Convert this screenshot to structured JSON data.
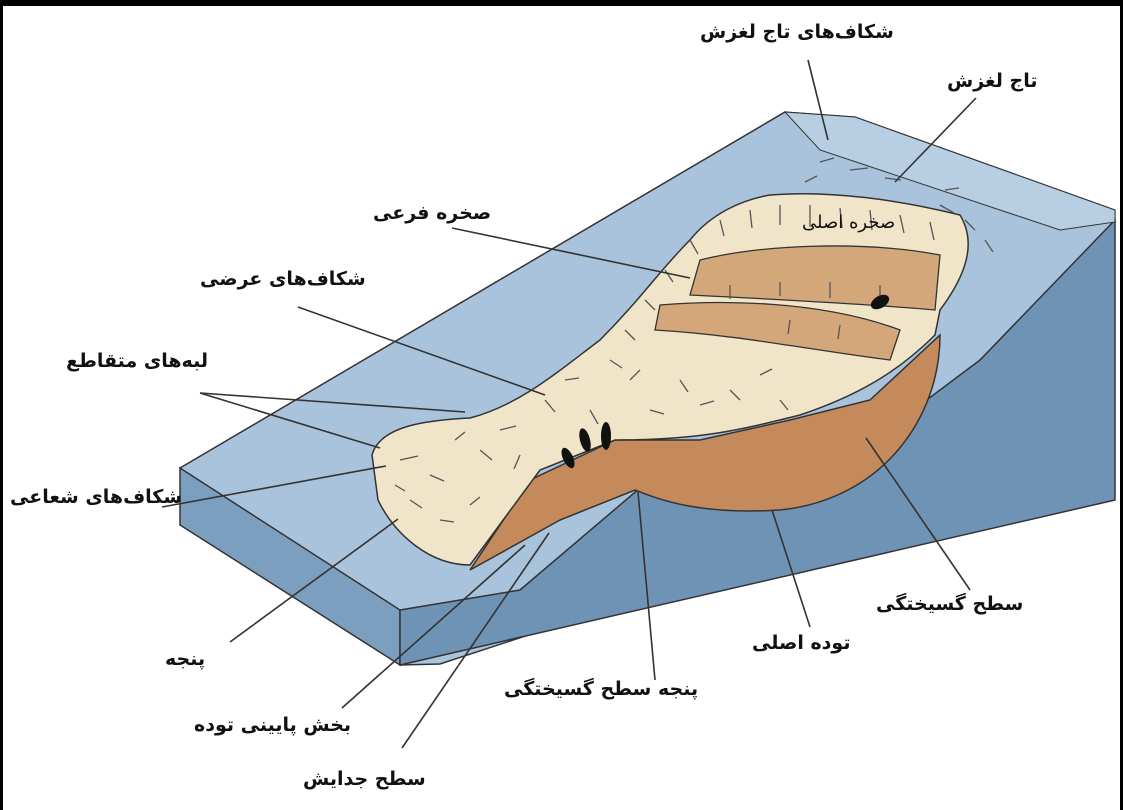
{
  "labels": {
    "crown_cracks": "شکاف‌های تاج لغزش",
    "crown": "تاج لغزش",
    "minor_scarp": "صخره فرعی",
    "main_scarp": "صخره اصلی",
    "transverse_cracks": "شکاف‌های عرضی",
    "intersecting_ridges": "لبه‌های متقاطع",
    "radial_cracks": "شکاف‌های شعاعی",
    "toe": "پنجه",
    "rupture_surface": "سطح گسیختگی",
    "main_body": "توده اصلی",
    "rupture_surface_toe": "پنجه سطح گسیختگی",
    "foot": "بخش پایینی توده",
    "separation_surface": "سطح جدایش"
  },
  "colors": {
    "slope_top": "#a9c3dc",
    "slope_side": "#6f93b4",
    "body_brown": "#c58a5c",
    "block_tan": "#d3a77a",
    "debris_cream": "#f0e4c9",
    "ink": "#111111"
  }
}
